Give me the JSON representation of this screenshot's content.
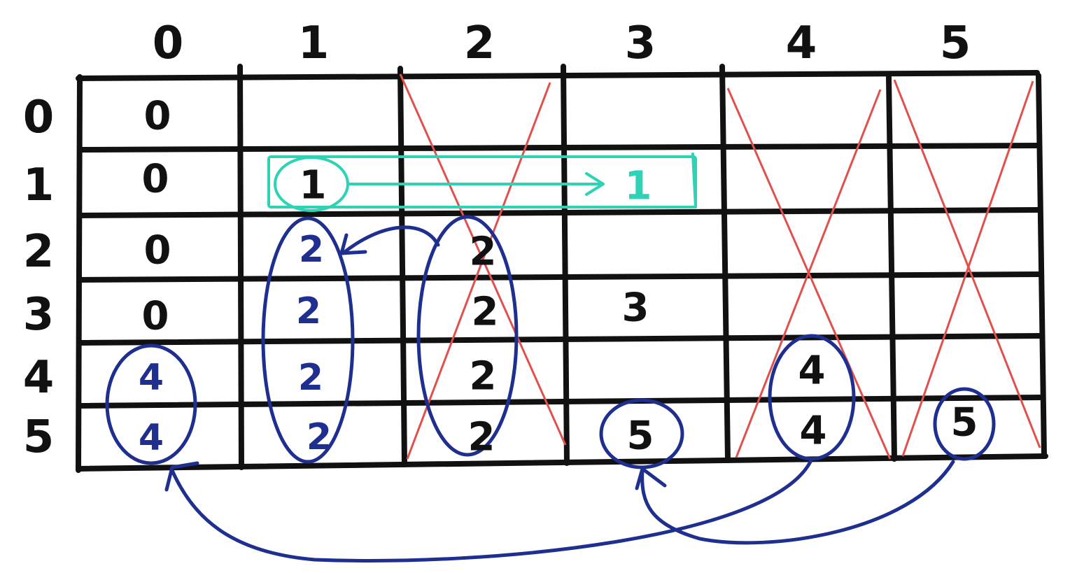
{
  "col_headers": [
    "0",
    "1",
    "2",
    "3",
    "4",
    "5"
  ],
  "row_headers": [
    "0",
    "1",
    "2",
    "3",
    "4",
    "5"
  ],
  "cells": [
    {
      "row": 0,
      "col": 0,
      "value": "0",
      "ink": "black"
    },
    {
      "row": 1,
      "col": 0,
      "value": "0",
      "ink": "black"
    },
    {
      "row": 2,
      "col": 0,
      "value": "0",
      "ink": "black"
    },
    {
      "row": 3,
      "col": 0,
      "value": "0",
      "ink": "black"
    },
    {
      "row": 4,
      "col": 0,
      "value": "4",
      "ink": "blue"
    },
    {
      "row": 5,
      "col": 0,
      "value": "4",
      "ink": "blue"
    },
    {
      "row": 1,
      "col": 1,
      "value": "1",
      "ink": "black"
    },
    {
      "row": 2,
      "col": 1,
      "value": "2",
      "ink": "blue"
    },
    {
      "row": 3,
      "col": 1,
      "value": "2",
      "ink": "blue"
    },
    {
      "row": 4,
      "col": 1,
      "value": "2",
      "ink": "blue"
    },
    {
      "row": 5,
      "col": 1,
      "value": "2",
      "ink": "blue"
    },
    {
      "row": 2,
      "col": 2,
      "value": "2",
      "ink": "black"
    },
    {
      "row": 3,
      "col": 2,
      "value": "2",
      "ink": "black"
    },
    {
      "row": 4,
      "col": 2,
      "value": "2",
      "ink": "black"
    },
    {
      "row": 5,
      "col": 2,
      "value": "2",
      "ink": "black"
    },
    {
      "row": 1,
      "col": 3,
      "value": "1",
      "ink": "teal"
    },
    {
      "row": 3,
      "col": 3,
      "value": "3",
      "ink": "black"
    },
    {
      "row": 5,
      "col": 3,
      "value": "5",
      "ink": "black"
    },
    {
      "row": 4,
      "col": 4,
      "value": "4",
      "ink": "black"
    },
    {
      "row": 5,
      "col": 4,
      "value": "4",
      "ink": "black"
    },
    {
      "row": 5,
      "col": 5,
      "value": "5",
      "ink": "black"
    }
  ],
  "crossed_columns": [
    2,
    4,
    5
  ],
  "colors": {
    "grid": "#111111",
    "blue_ink": "#1f2f8f",
    "red_cross": "#e0504c",
    "teal_highlight": "#2ed3b5"
  }
}
